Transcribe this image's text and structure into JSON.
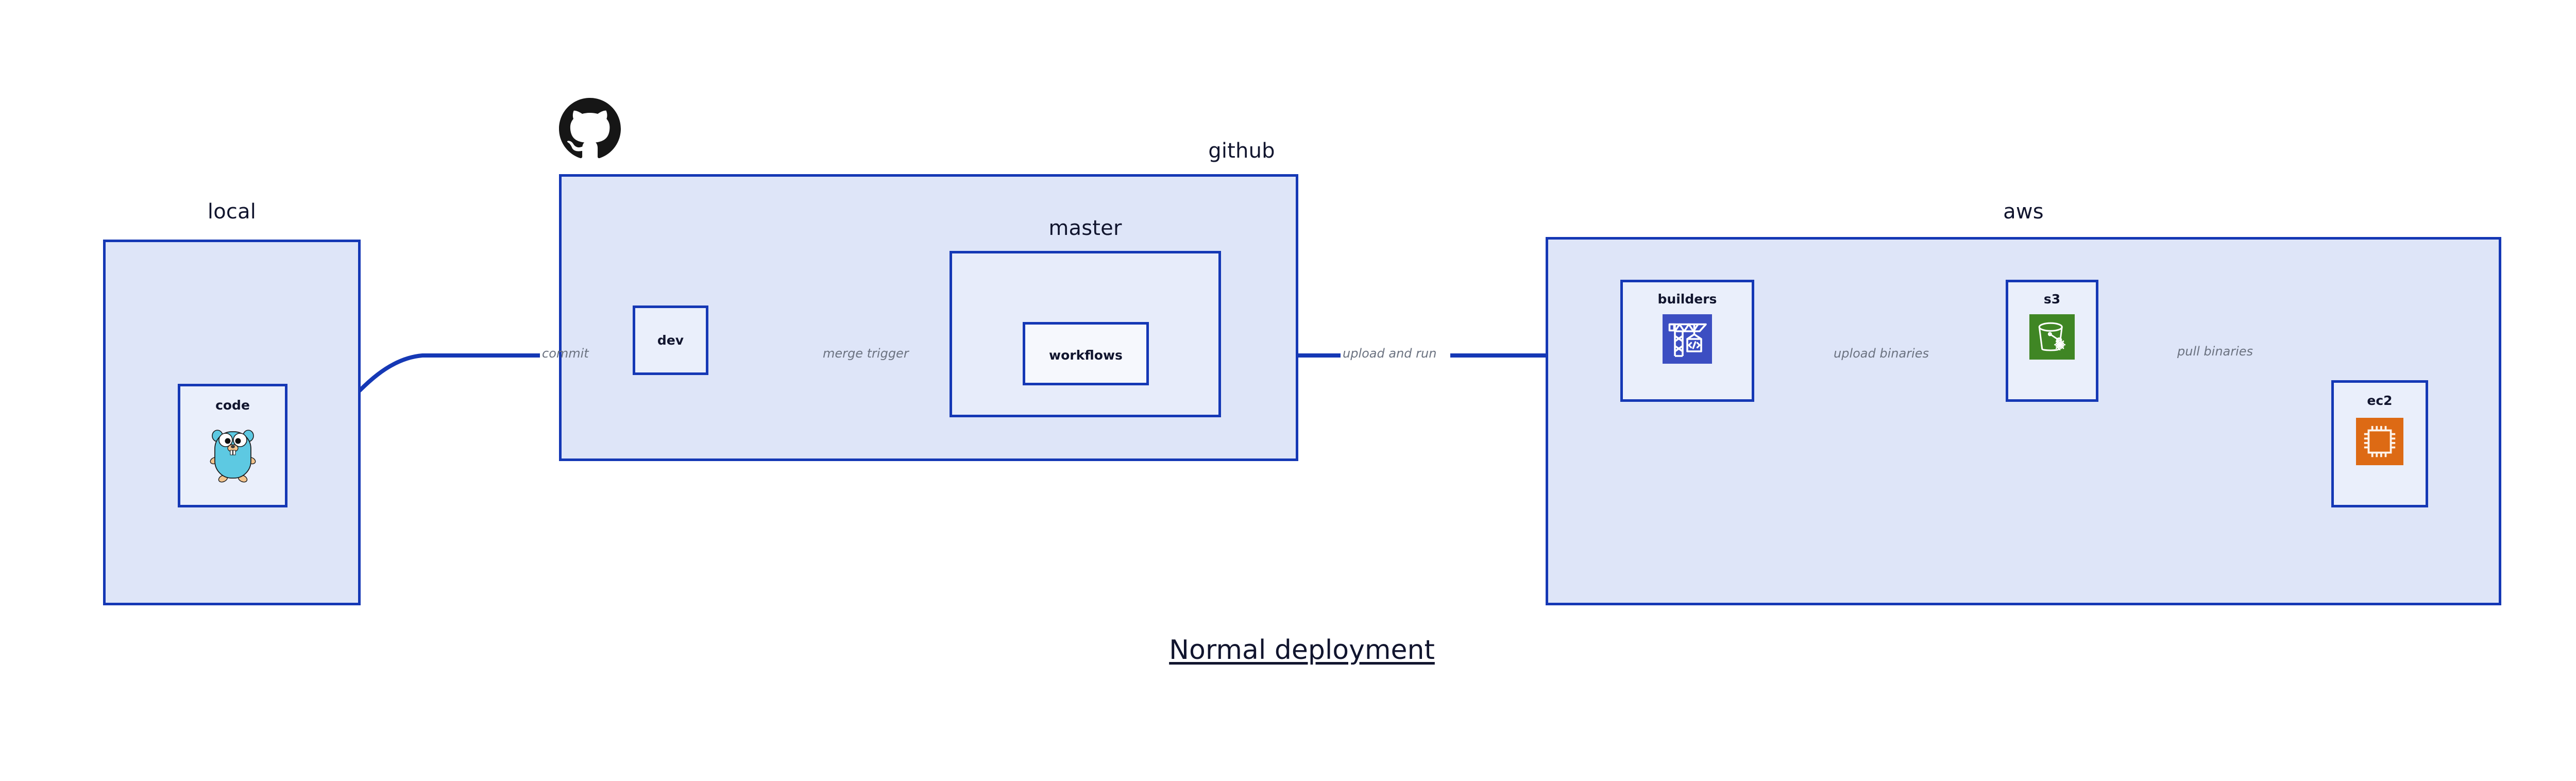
{
  "diagram": {
    "title": "Normal deployment",
    "accent_border": "#1538b5",
    "group_fill": "#dee5f8",
    "node_fill": "#eaeffb",
    "node_fill_light": "#f6f8fd",
    "edge_label_color": "#6b7280",
    "text_color": "#11152e"
  },
  "groups": {
    "local": {
      "label": "local"
    },
    "github": {
      "label": "github",
      "logo": "github-octocat-icon"
    },
    "master": {
      "label": "master"
    },
    "aws": {
      "label": "aws"
    }
  },
  "nodes": {
    "code": {
      "label": "code",
      "icon": "go-gopher-icon",
      "icon_color": "#5dc9e2"
    },
    "dev": {
      "label": "dev",
      "icon": ""
    },
    "workflows": {
      "label": "workflows",
      "icon": ""
    },
    "builders": {
      "label": "builders",
      "icon": "aws-codebuild-crane-icon",
      "icon_color": "#3c4ec2"
    },
    "s3": {
      "label": "s3",
      "icon": "aws-s3-glacier-bucket-icon",
      "icon_color": "#3f8624"
    },
    "ec2": {
      "label": "ec2",
      "icon": "aws-ec2-chip-icon",
      "icon_color": "#dd6a14"
    }
  },
  "edges": [
    {
      "id": "commit",
      "label": "commit",
      "from": "code",
      "to": "dev"
    },
    {
      "id": "merge-trigger",
      "label": "merge trigger",
      "from": "dev",
      "to": "workflows"
    },
    {
      "id": "upload-and-run",
      "label": "upload and run",
      "from": "workflows",
      "to": "builders"
    },
    {
      "id": "upload-binaries",
      "label": "upload binaries",
      "from": "builders",
      "to": "s3"
    },
    {
      "id": "pull-binaries",
      "label": "pull binaries",
      "from": "s3",
      "to": "ec2"
    }
  ]
}
